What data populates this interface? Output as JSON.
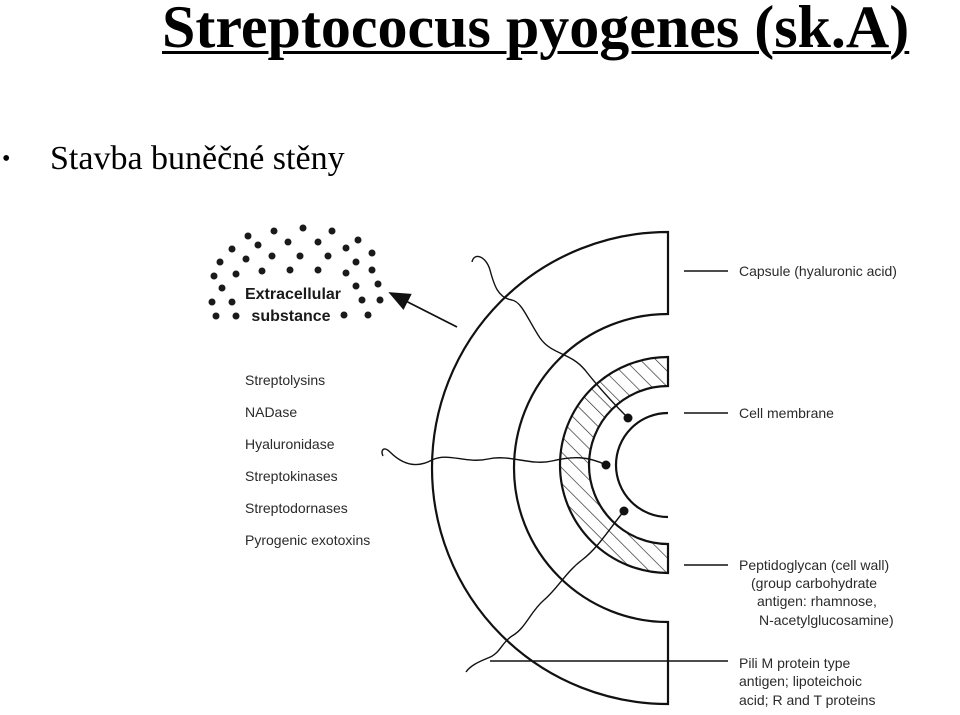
{
  "slide": {
    "title": "Streptococus pyogenes (sk.A)",
    "bullet_symbol": "•",
    "bullet_text": "Stavba buněčné stěny"
  },
  "diagram": {
    "extracellular": [
      "Extracellular",
      "substance"
    ],
    "enzymes": [
      "Streptolysins",
      "NADase",
      "Hyaluronidase",
      "Streptokinases",
      "Streptodornases",
      "Pyrogenic exotoxins"
    ],
    "capsule": "Capsule  (hyaluronic acid)",
    "cell_membrane": "Cell membrane",
    "peptidoglycan": [
      "Peptidoglycan (cell wall)",
      "(group carbohydrate",
      "antigen: rhamnose,",
      "N-acetylglucosamine)"
    ],
    "pili": [
      "Pili M protein type",
      "antigen; lipoteichoic",
      "acid; R and T proteins"
    ]
  }
}
